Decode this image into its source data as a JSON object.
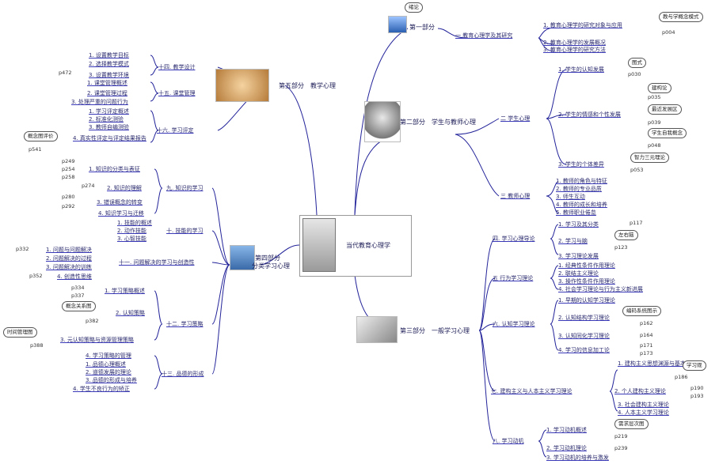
{
  "center": {
    "title": "当代教育心理学"
  },
  "part1": {
    "label": "第一部分",
    "bubble": "绪论",
    "ch1": "一 教育心理学及其研究",
    "items": [
      "1. 教育心理学的研究对象与应用",
      "2. 教育心理学的发展概况",
      "3. 教育心理学的研究方法"
    ],
    "note": "教与学概念模式",
    "page": "p004"
  },
  "part2": {
    "label": "第二部分　学生与教师心理",
    "ch2": "二 学生心理",
    "sub1": "1. 学生的认知发展",
    "b1": "图式",
    "p1": "p030",
    "sub2": "2. 学生的情感和个性发展",
    "b2": "建构论",
    "p2a": "p035",
    "b3": "最近发展区",
    "p2b": "p039",
    "b4": "学生自我概念",
    "p2c": "p048",
    "sub3": "3. 学生的个体差异",
    "b5": "智力三元理论",
    "p3": "p053",
    "ch3": "三 教师心理",
    "teacher": [
      "1. 教师的角色与特征",
      "2. 教师的专业品质",
      "3. 师生互动",
      "4. 教师的成长和培养",
      "5. 教师职业倦怠"
    ]
  },
  "part3": {
    "label": "第三部分　一般学习心理",
    "ch4": "四. 学习心理导论",
    "c4": [
      "1. 学习及其分类",
      "2. 学习与脑",
      "3. 学习理论发展"
    ],
    "c4b": "左右脑",
    "c4p1": "p117",
    "c4p2": "p123",
    "ch5": "五 行为学习理论",
    "c5": [
      "1. 经典性条件作用理论",
      "2. 联结主义理论",
      "3. 操作性条件作用理论",
      "4. 社会学习理论与行为主义新进展"
    ],
    "ch6": "六. 认知学习理论",
    "c6": [
      "1. 早期的认知学习理论",
      "2. 认知结构学习理论",
      "3. 认知同化学习理论",
      "4. 学习的信息加工论"
    ],
    "c6b": "编码系统图示",
    "c6p1": "p162",
    "c6p2": "p164",
    "c6p3": "p171",
    "c6p4": "p173",
    "ch7": "七. 建构主义与人本主义学习理论",
    "c7": [
      "1. 建构主义思想渊源与基本观点",
      "2. 个人建构主义理论",
      "3. 社会建构主义理论",
      "4. 人本主义学习理论"
    ],
    "c7b": "学习观",
    "c7p1": "p186",
    "c7p2": "p190",
    "c7p3": "p193",
    "ch8": "八. 学习动机",
    "c8": [
      "1. 学习动机概述",
      "2. 学习动机理论",
      "3. 学习动机的培养与激发"
    ],
    "c8b": "需求层次图",
    "c8p1": "p219",
    "c8p2": "p239"
  },
  "part4": {
    "label1": "第四部分",
    "label2": "分类学习心理",
    "ch9": "九. 知识的学习",
    "c9": [
      "1. 知识的分类与表征",
      "2. 知识的理解",
      "3. 错误概念的转变",
      "4. 知识学习与迁移"
    ],
    "c9p": [
      "p249",
      "p254",
      "p258",
      "p274",
      "p280",
      "p292"
    ],
    "ch10": "十. 技能的学习",
    "c10": [
      "1. 技能的概述",
      "2. 动作技能",
      "3. 心智技能"
    ],
    "ch11": "十一. 问题解决的学习与创造性",
    "c11": [
      "1. 问题与问题解决",
      "2. 问题解决的过程",
      "3. 问题解决的训练",
      "4. 创造性思维"
    ],
    "c11p1": "p332",
    "c11p2": "p352",
    "ch12": "十二. 学习策略",
    "c12": [
      "1. 学习策略概述",
      "2. 认知策略",
      "3. 元认知策略与资源管理策略"
    ],
    "c12b1": "概念关系图",
    "c12b2": "时间管理图",
    "c12p": [
      "p334",
      "p337",
      "p382",
      "p388"
    ],
    "ch13": "十三. 品德的形成",
    "c13": [
      "4. 学习策略的管理",
      "1. 品德心理概述",
      "2. 道德发展的理论",
      "3. 品德的形成与培养",
      "4. 学生不良行为的矫正"
    ]
  },
  "part5": {
    "label": "第五部分　教学心理",
    "ch14": "十四. 教学设计",
    "c14": [
      "1. 设置教学目标",
      "2. 选择教学模式",
      "3. 设置教学环境"
    ],
    "c14p": "p472",
    "ch15": "十五. 课堂管理",
    "c15": [
      "1. 课堂管理概述",
      "2. 课堂管理过程",
      "3. 处理严重的问题行为"
    ],
    "ch16": "十六. 学习评定",
    "c16": [
      "1. 学习评定概述",
      "2. 标准化测验",
      "3. 教师自编测验",
      "4. 真实性评定与评定结果报告"
    ],
    "c16b": "概念图评价",
    "c16p": "p541"
  }
}
